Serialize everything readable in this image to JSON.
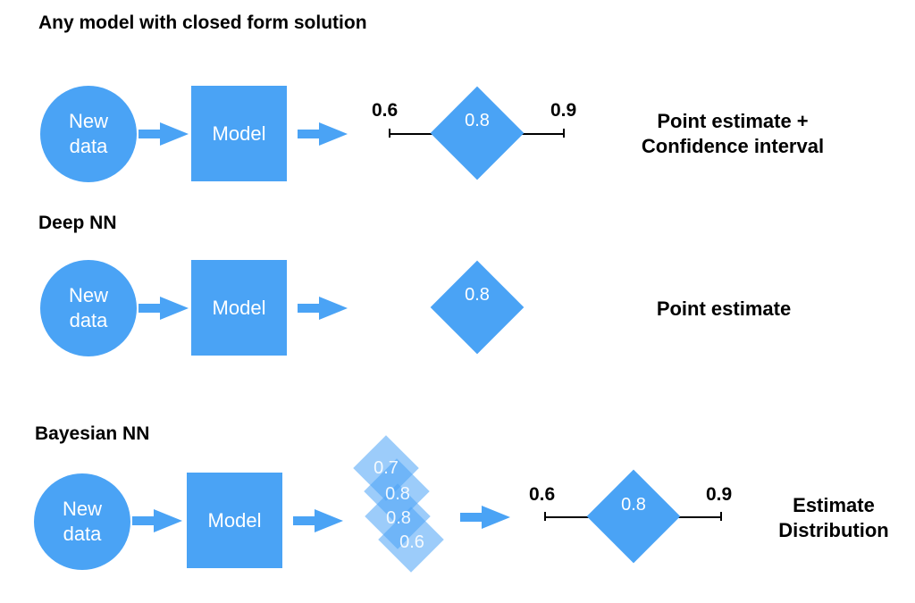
{
  "rows": [
    {
      "title": "Any model with closed form solution",
      "input_label": "New\ndata",
      "model_label": "Model",
      "estimate": "0.8",
      "lower": "0.6",
      "upper": "0.9",
      "result": "Point estimate +\nConfidence interval"
    },
    {
      "title": "Deep NN",
      "input_label": "New\ndata",
      "model_label": "Model",
      "estimate": "0.8",
      "result": "Point estimate"
    },
    {
      "title": "Bayesian NN",
      "input_label": "New\ndata",
      "model_label": "Model",
      "samples": [
        "0.7",
        "0.8",
        "0.8",
        "0.6"
      ],
      "estimate": "0.8",
      "lower": "0.6",
      "upper": "0.9",
      "result": "Estimate\nDistribution"
    }
  ],
  "colors": {
    "accent": "#4aa3f5",
    "text": "#000000",
    "background": "#ffffff"
  }
}
